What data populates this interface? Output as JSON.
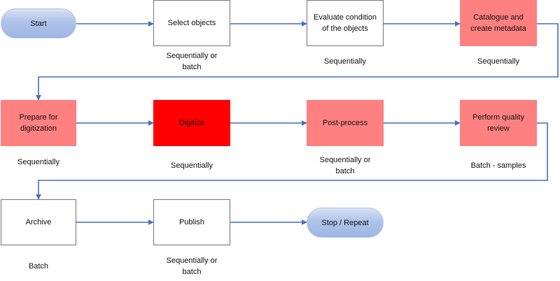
{
  "colors": {
    "connector": "#4472c4",
    "term_fill": "#aec3e8",
    "emphasis_fill": "#ff8080",
    "strong_fill": "#ff0000",
    "box_border": "#7a7a7a"
  },
  "steps": [
    {
      "id": "start",
      "label": "Start",
      "shape": "terminator",
      "note": ""
    },
    {
      "id": "select",
      "label": "Select objects",
      "shape": "process",
      "note": "Sequentially or\nbatch"
    },
    {
      "id": "evaluate",
      "label": "Evaluate condition\nof the objects",
      "shape": "process",
      "note": "Sequentially"
    },
    {
      "id": "catalogue",
      "label": "Catalogue and\ncreate metadata",
      "shape": "process-highlight",
      "note": "Sequentially"
    },
    {
      "id": "prepare",
      "label": "Prepare for\ndigitization",
      "shape": "process-highlight",
      "note": "Sequentially"
    },
    {
      "id": "digitize",
      "label": "Digitize",
      "shape": "process-strong",
      "note": "Sequentially"
    },
    {
      "id": "postprocess",
      "label": "Post-process",
      "shape": "process-highlight",
      "note": "Sequentially or\nbatch"
    },
    {
      "id": "quality",
      "label": "Perform quality\nreview",
      "shape": "process-highlight",
      "note": "Batch - samples"
    },
    {
      "id": "archive",
      "label": "Archive",
      "shape": "process",
      "note": "Batch"
    },
    {
      "id": "publish",
      "label": "Publish",
      "shape": "process",
      "note": "Sequentially or\nbatch"
    },
    {
      "id": "stop",
      "label": "Stop / Repeat",
      "shape": "terminator",
      "note": ""
    }
  ]
}
